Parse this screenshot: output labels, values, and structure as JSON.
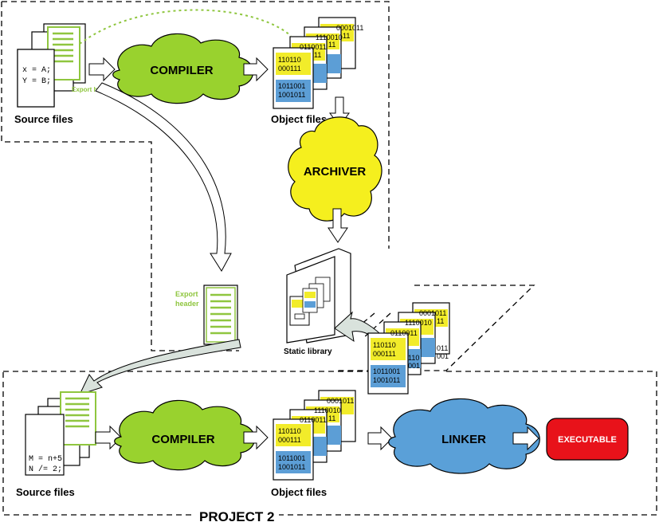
{
  "project1": {
    "source_label": "Source files",
    "source_code": [
      "x = A;",
      "Y = B;"
    ],
    "export_header_label": "Export header",
    "compiler_label": "COMPILER",
    "object_label": "Object files",
    "archiver_label": "ARCHIVER",
    "static_library_label": "Static library",
    "export_header_copy_label": [
      "Export",
      "header"
    ]
  },
  "project2": {
    "title": "PROJECT 2",
    "source_label": "Source files",
    "source_code": [
      "M = n+5",
      "N /= 2;"
    ],
    "compiler_label": "COMPILER",
    "object_label": "Object files",
    "linker_label": "LINKER",
    "executable_label": "EXECUTABLE"
  },
  "object_bits": {
    "back": [
      "0001011",
      "11"
    ],
    "mid": [
      "1110010",
      "11"
    ],
    "mid2": [
      "0110011",
      "11"
    ],
    "front_yellow": [
      "110110",
      "000111"
    ],
    "front_blue": [
      "1011001",
      "1001011"
    ],
    "side_blue": [
      "011",
      "001"
    ],
    "side_blue2": [
      "110",
      "001"
    ]
  },
  "colors": {
    "compiler": "#99d22e",
    "archiver": "#f5ef1e",
    "linker": "#5aa0d8",
    "executable": "#e8121a",
    "header_green": "#8fc63f",
    "bit_yellow": "#f2ec2a",
    "bit_blue": "#5c9ed6",
    "arrow_fill": "#d9e2dc"
  }
}
